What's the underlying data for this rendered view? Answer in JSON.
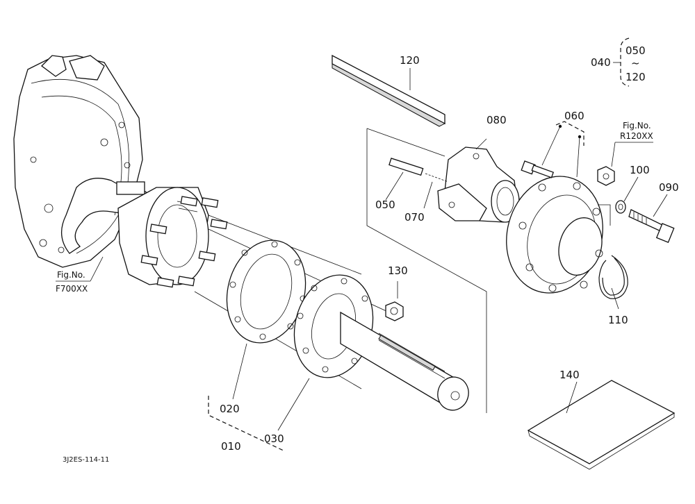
{
  "diagram": {
    "drawing_code": "3J2ES-114-11",
    "range_group": {
      "label": "040",
      "from": "050",
      "tilde": "~",
      "to": "120"
    },
    "refs": [
      {
        "id": "ref-f700",
        "line1": "Fig.No.",
        "line2": "F700XX"
      },
      {
        "id": "ref-r120",
        "line1": "Fig.No.",
        "line2": "R120XX"
      }
    ],
    "parts": {
      "p010": "010",
      "p020": "020",
      "p030": "030",
      "p050": "050",
      "p060": "060",
      "p070": "070",
      "p080": "080",
      "p090": "090",
      "p100": "100",
      "p110": "110",
      "p120": "120",
      "p130": "130",
      "p140": "140"
    }
  }
}
